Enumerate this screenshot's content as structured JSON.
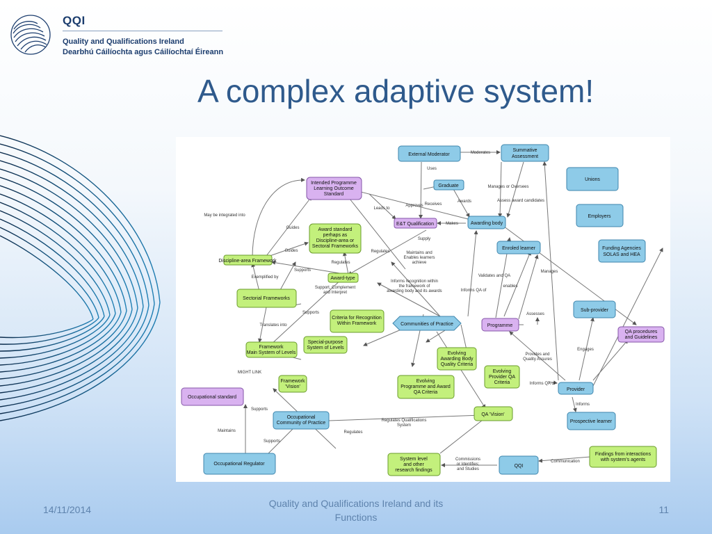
{
  "brand": {
    "name": "QQI",
    "english_name": "Quality and Qualifications Ireland",
    "irish_name": "Dearbhú Cáilíochta agus Cáilíochtaí Éireann"
  },
  "slide": {
    "title": "A complex adaptive system!"
  },
  "footer": {
    "date": "14/11/2014",
    "center_text": "Quality and Qualifications Ireland and its Functions",
    "page_number": "11"
  },
  "colors": {
    "blue_node_fill": "#8ecbe8",
    "blue_node_stroke": "#3f86ad",
    "green_node_fill": "#c3f07c",
    "green_node_stroke": "#6a9b2c",
    "purple_node_fill": "#d9b2f0",
    "purple_node_stroke": "#8556a8",
    "title_color": "#2f5a8c",
    "brand_color": "#1c3d6e"
  },
  "icons": {
    "logo": "qqi-swirl-logo",
    "decoration": "blue-spiral-lines"
  },
  "diagram": {
    "nodes": {
      "external_moderator": "External Moderator",
      "summative_assessment": [
        "Summative",
        "Assessment"
      ],
      "intended_programme": [
        "Intended Programme",
        "Learning Outcome",
        "Standard"
      ],
      "graduate": "Graduate",
      "unions": "Unions",
      "employers": "Employers",
      "et_qualification": "E&T Qualification",
      "awarding_body": "Awarding body",
      "award_standard": [
        "Award standard",
        "perhaps as",
        "Discipline-area or",
        "Sectoral Frameworks"
      ],
      "discipline_area_framework": "Discipline-area Framework",
      "enroled_learner": "Enroled learner",
      "funding_agencies": [
        "Funding Agencies",
        "SOLAS and HEA"
      ],
      "award_type": "Award-type",
      "sectorial_frameworks": "Sectorial Frameworks",
      "criteria_recognition": [
        "Criteria for Recognition",
        "Within Framework"
      ],
      "communities_of_practice": "Communities of Practice",
      "programme": "Programme",
      "sub_provider": "Sub-provider",
      "qa_procedures": [
        "QA procedures",
        "and Guidelines"
      ],
      "framework_main": [
        "Framework",
        "Main System of Levels"
      ],
      "special_purpose": [
        "Special-purpose",
        "System of Levels"
      ],
      "evolving_awarding_body": [
        "Evolving",
        "Awarding Body",
        "Quality Criteria"
      ],
      "evolving_provider": [
        "Evolving",
        "Provider QA",
        "Criteria"
      ],
      "evolving_programme": [
        "Evolving",
        "Programme and Award",
        "QA Criteria"
      ],
      "framework_vision": [
        "Framework",
        "'Vision'"
      ],
      "provider": "Provider",
      "occupational_standard": "Occupational standard",
      "occupational_community": [
        "Occupational",
        "Community of Practice"
      ],
      "qa_vision": "QA 'Vision'",
      "prospective_learner": "Prospective learner",
      "occupational_regulator": "Occupational Regulator",
      "system_level": [
        "System level",
        "and other",
        "research findings"
      ],
      "qqi": "QQI",
      "findings": [
        "Findings from interactions",
        "with system's agents"
      ]
    },
    "edge_labels": {
      "moderates": "Moderates",
      "uses": "Uses",
      "manages_or_oversees": "Manages or Oversees",
      "receives": "Receives",
      "awards": "Awards",
      "assess_award_candidates": "Assess award candidates",
      "approves": "Approves",
      "leads_to": "Leads to",
      "makes": "Makes",
      "supply": "Supply",
      "may_be_integrated_into": "May be integrated into",
      "guides_1": "Guides",
      "guides_2": "Guides",
      "regulates_1": "Regulates",
      "maintains_enables": [
        "Maintains and",
        "Enables learners",
        "achieve"
      ],
      "supports_1": "Supports",
      "regulates_2": "Regulates",
      "exemplified_by": "Exemplified by",
      "informs_recognition": [
        "Informs recognition within",
        "the framework of",
        "awarding body and its awards"
      ],
      "validates_and_qa": "Validates and QA",
      "enables": "enables",
      "informs_qa_of_1": "Informs QA of",
      "manages": "Manages",
      "support_complement": [
        "Support, Complement",
        "and Interpret"
      ],
      "supports_2": "Supports",
      "assesses": "Assesses",
      "translates_into": "Translates into",
      "provides_and_quality": [
        "Provides and",
        "Quality Assures"
      ],
      "engages": "Engages",
      "might_link": "MIGHT LINK",
      "informs_qa_of_2": "Informs QA of",
      "informs": "Informs",
      "supports_3": "Supports",
      "regulates_qualifications": [
        "Regulates Qualifications",
        "System"
      ],
      "maintains": "Maintains",
      "regulates_3": "Regulates",
      "supports_4": "Supports",
      "commissions": [
        "Commissions",
        "or Identifies;",
        "and Studies"
      ],
      "communication": "Communication"
    }
  }
}
